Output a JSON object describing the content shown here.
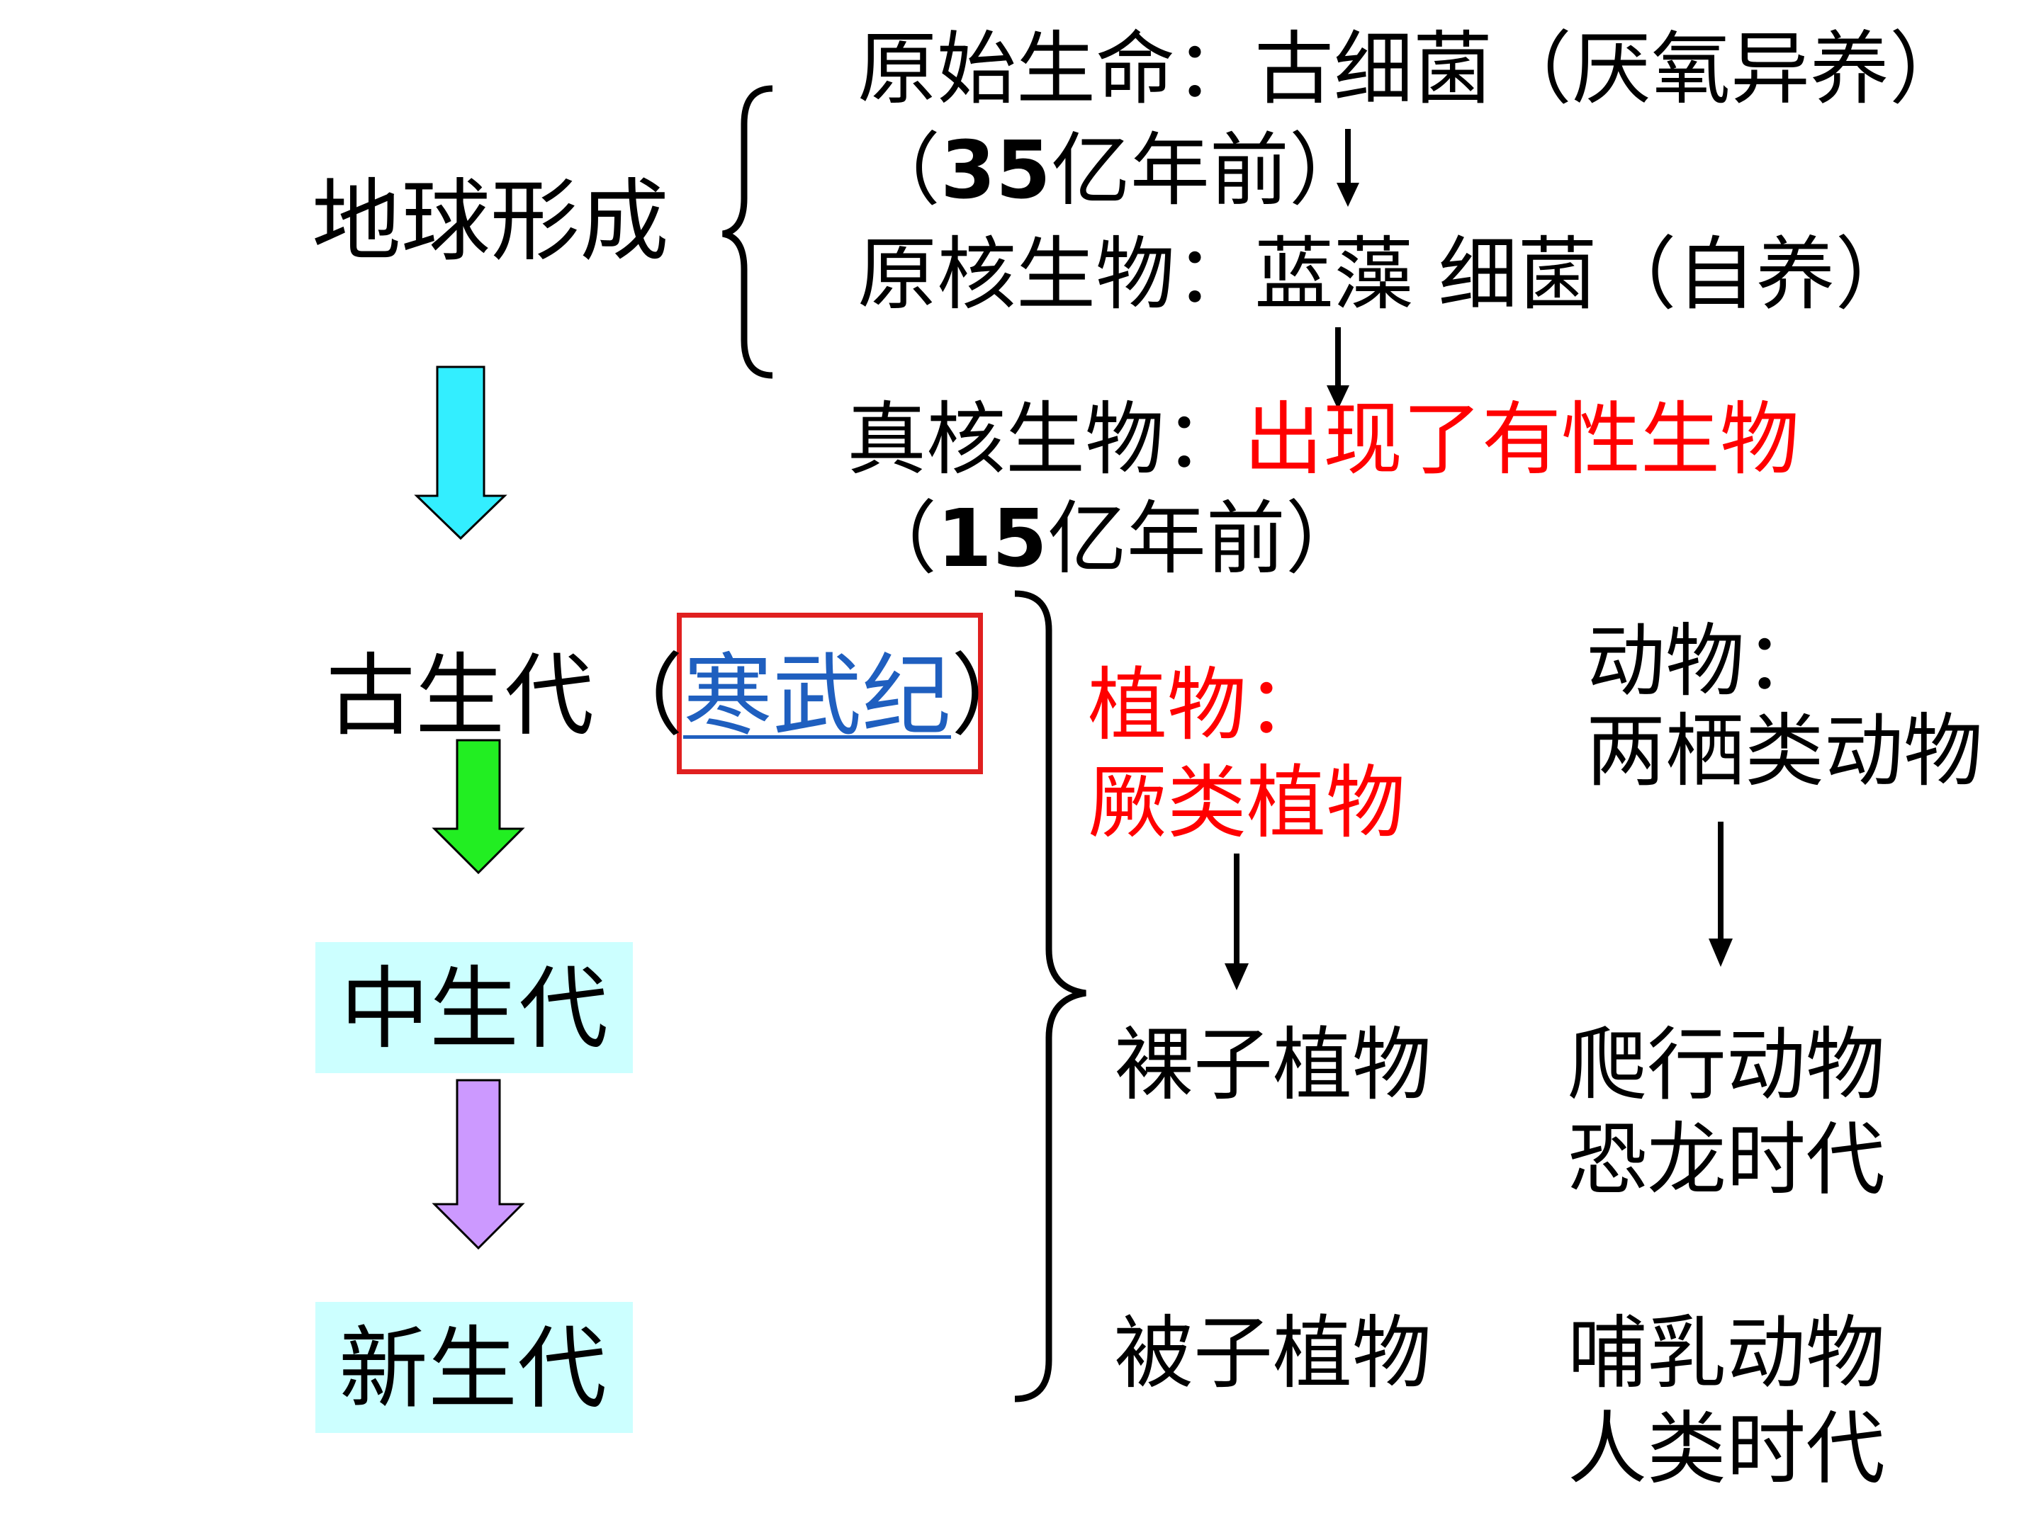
{
  "earth": {
    "label": "地球形成"
  },
  "origin": {
    "primitive": "原始生命：古细菌（厌氧异养）",
    "time1": "（35亿年前）",
    "prokaryote": "原核生物：蓝藻 细菌（自养）",
    "eukaryote_prefix": "真核生物：",
    "eukaryote_highlight": "出现了有性生物",
    "time2": "（15亿年前）"
  },
  "eras": {
    "paleozoic_prefix": "古生代（",
    "paleozoic_period": "寒武纪",
    "paleozoic_suffix": "）",
    "mesozoic": "中生代",
    "cenozoic": "新生代"
  },
  "plants": {
    "heading": "植物：",
    "paleozoic": "厥类植物",
    "mesozoic": "裸子植物",
    "cenozoic": "被子植物"
  },
  "animals": {
    "heading": "动物：",
    "paleozoic": "两栖类动物",
    "mesozoic_line1": "爬行动物",
    "mesozoic_line2": "恐龙时代",
    "cenozoic_line1": "哺乳动物",
    "cenozoic_line2": "人类时代"
  },
  "colors": {
    "arrow1": "#33eeff",
    "arrow2": "#22ee22",
    "arrow3": "#cc99ff",
    "era_bg": "#ccffff",
    "highlight": "#ff0000",
    "link": "#1f5fbf"
  }
}
